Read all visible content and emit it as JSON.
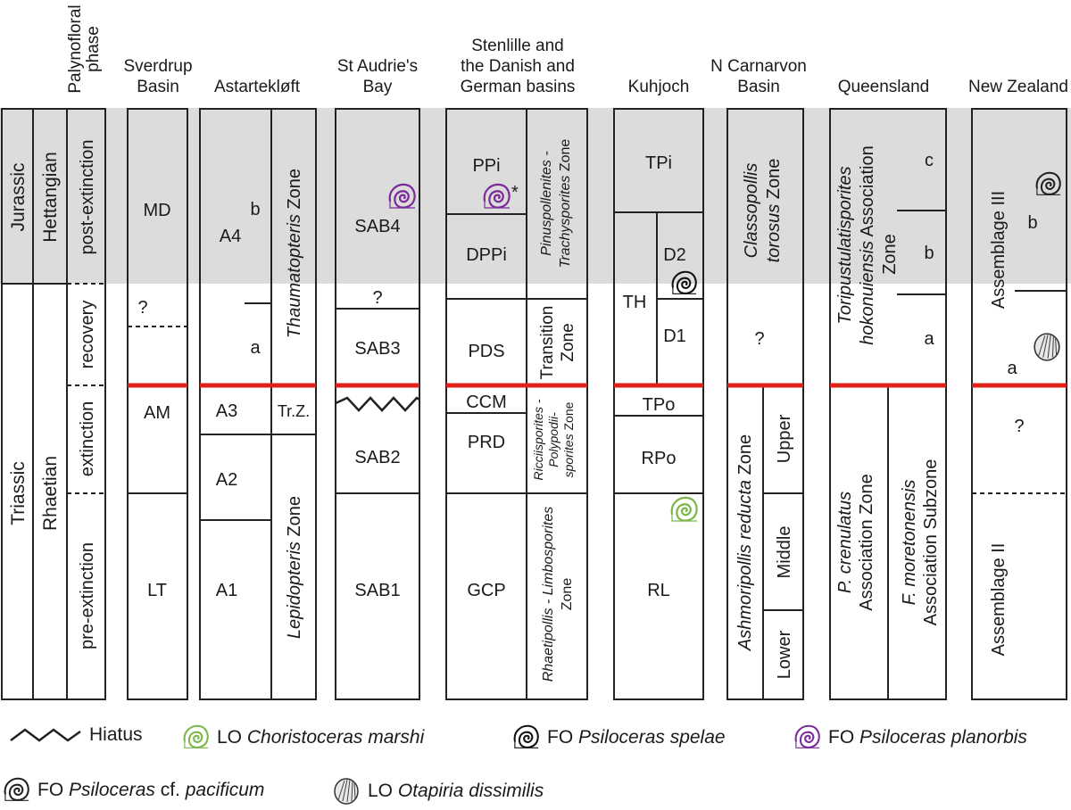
{
  "headers": {
    "phase": [
      "Palynofloral",
      "phase"
    ],
    "sverdrup": [
      "Sverdrup",
      "Basin"
    ],
    "astartekloft": [
      "Astartekløft"
    ],
    "staudries": [
      "St Audrie's",
      "Bay"
    ],
    "stenlille": [
      "Stenlille and",
      "the Danish and",
      "German basins"
    ],
    "kuhjoch": [
      "Kuhjoch"
    ],
    "carnarvon": [
      "N Carnarvon",
      "Basin"
    ],
    "queensland": [
      "Queensland"
    ],
    "newzealand": [
      "New Zealand"
    ]
  },
  "age": {
    "jurassic": "Jurassic",
    "triassic": "Triassic",
    "hettangian": "Hettangian",
    "rhaetian": "Rhaetian",
    "post_extinction": "post-extinction",
    "recovery": "recovery",
    "extinction": "extinction",
    "pre_extinction": "pre-extinction"
  },
  "sverdrup": {
    "md": "MD",
    "q": "?",
    "am": "AM",
    "lt": "LT"
  },
  "astartekloft": {
    "a4": "A4",
    "b": "b",
    "a": "a",
    "a3": "A3",
    "a2": "A2",
    "a1": "A1",
    "trz": "Tr.Z.",
    "thaumatopteris": "Thaumatopteris",
    "thaum_zone": " Zone",
    "lepidopteris": "Lepidopteris",
    "lepid_zone": " Zone"
  },
  "staudries": {
    "sab4": "SAB4",
    "q": "?",
    "sab3": "SAB3",
    "sab2": "SAB2",
    "sab1": "SAB1"
  },
  "stenlille": {
    "ppi": "PPi",
    "star": "*",
    "dppi": "DPPi",
    "pds": "PDS",
    "ccm": "CCM",
    "prd": "PRD",
    "gcp": "GCP",
    "pinus1": "Pinuspollenites -",
    "pinus2": "Trachysporites",
    "pinus_zone": " Zone",
    "transition": "Transition",
    "transition_zone": "Zone",
    "ricc1": "Ricciisporites -",
    "ricc2": "Polypodii-",
    "ricc3": "sporites",
    "ricc_zone": " Zone",
    "rhaet1": "Rhaetipollis - Limbosporites",
    "rhaet_zone": "Zone"
  },
  "kuhjoch": {
    "tpi": "TPi",
    "th": "TH",
    "d2": "D2",
    "d1": "D1",
    "tpo": "TPo",
    "rpo": "RPo",
    "rl": "RL"
  },
  "carnarvon": {
    "classopollis": "Classopollis",
    "torosus": "torosus",
    "torosus_zone": " Zone",
    "q": "?",
    "ashmoripollis": "Ashmoripollis reducta",
    "ashmo_zone": " Zone",
    "upper": "Upper",
    "middle": "Middle",
    "lower": "Lower"
  },
  "queensland": {
    "toripustulatisporites": "Toripustulatisporites",
    "hokonuiensis": "hokonuiensis",
    "assoc": " Association",
    "zone": "Zone",
    "c": "c",
    "b": "b",
    "a": "a",
    "pcren": "P. crenulatus",
    "pcren_assoc": "Association Zone",
    "fmoret": "F. moretonensis",
    "fmoret_assoc": "Association Subzone"
  },
  "newzealand": {
    "assemblage3": "Assemblage III",
    "b": "b",
    "a": "a",
    "q": "?",
    "assemblage2": "Assemblage II"
  },
  "legend": {
    "hiatus": "Hiatus",
    "lo_prefix_1": "LO ",
    "choristoceras": "Choristoceras marshi",
    "fo_prefix_1": "FO ",
    "spelae": "Psiloceras spelae",
    "fo_prefix_2": "FO ",
    "planorbis": "Psiloceras planorbis",
    "fo_prefix_3": "FO ",
    "psilo_cf": "Psiloceras",
    "cf": " cf. ",
    "pacificum": "pacificum",
    "lo_prefix_2": "LO ",
    "otapiria": "Otapiria dissimilis"
  },
  "colors": {
    "jurassic_band": "#dcdcdc",
    "boundary_line": "#e0201b",
    "purple_ammonite": "#7a2a99",
    "green_ammonite": "#c8eaa0",
    "black_ammonite": "#111111"
  },
  "icons": [
    "hiatus-zigzag-icon",
    "ammonite-icon",
    "bivalve-shell-icon"
  ]
}
